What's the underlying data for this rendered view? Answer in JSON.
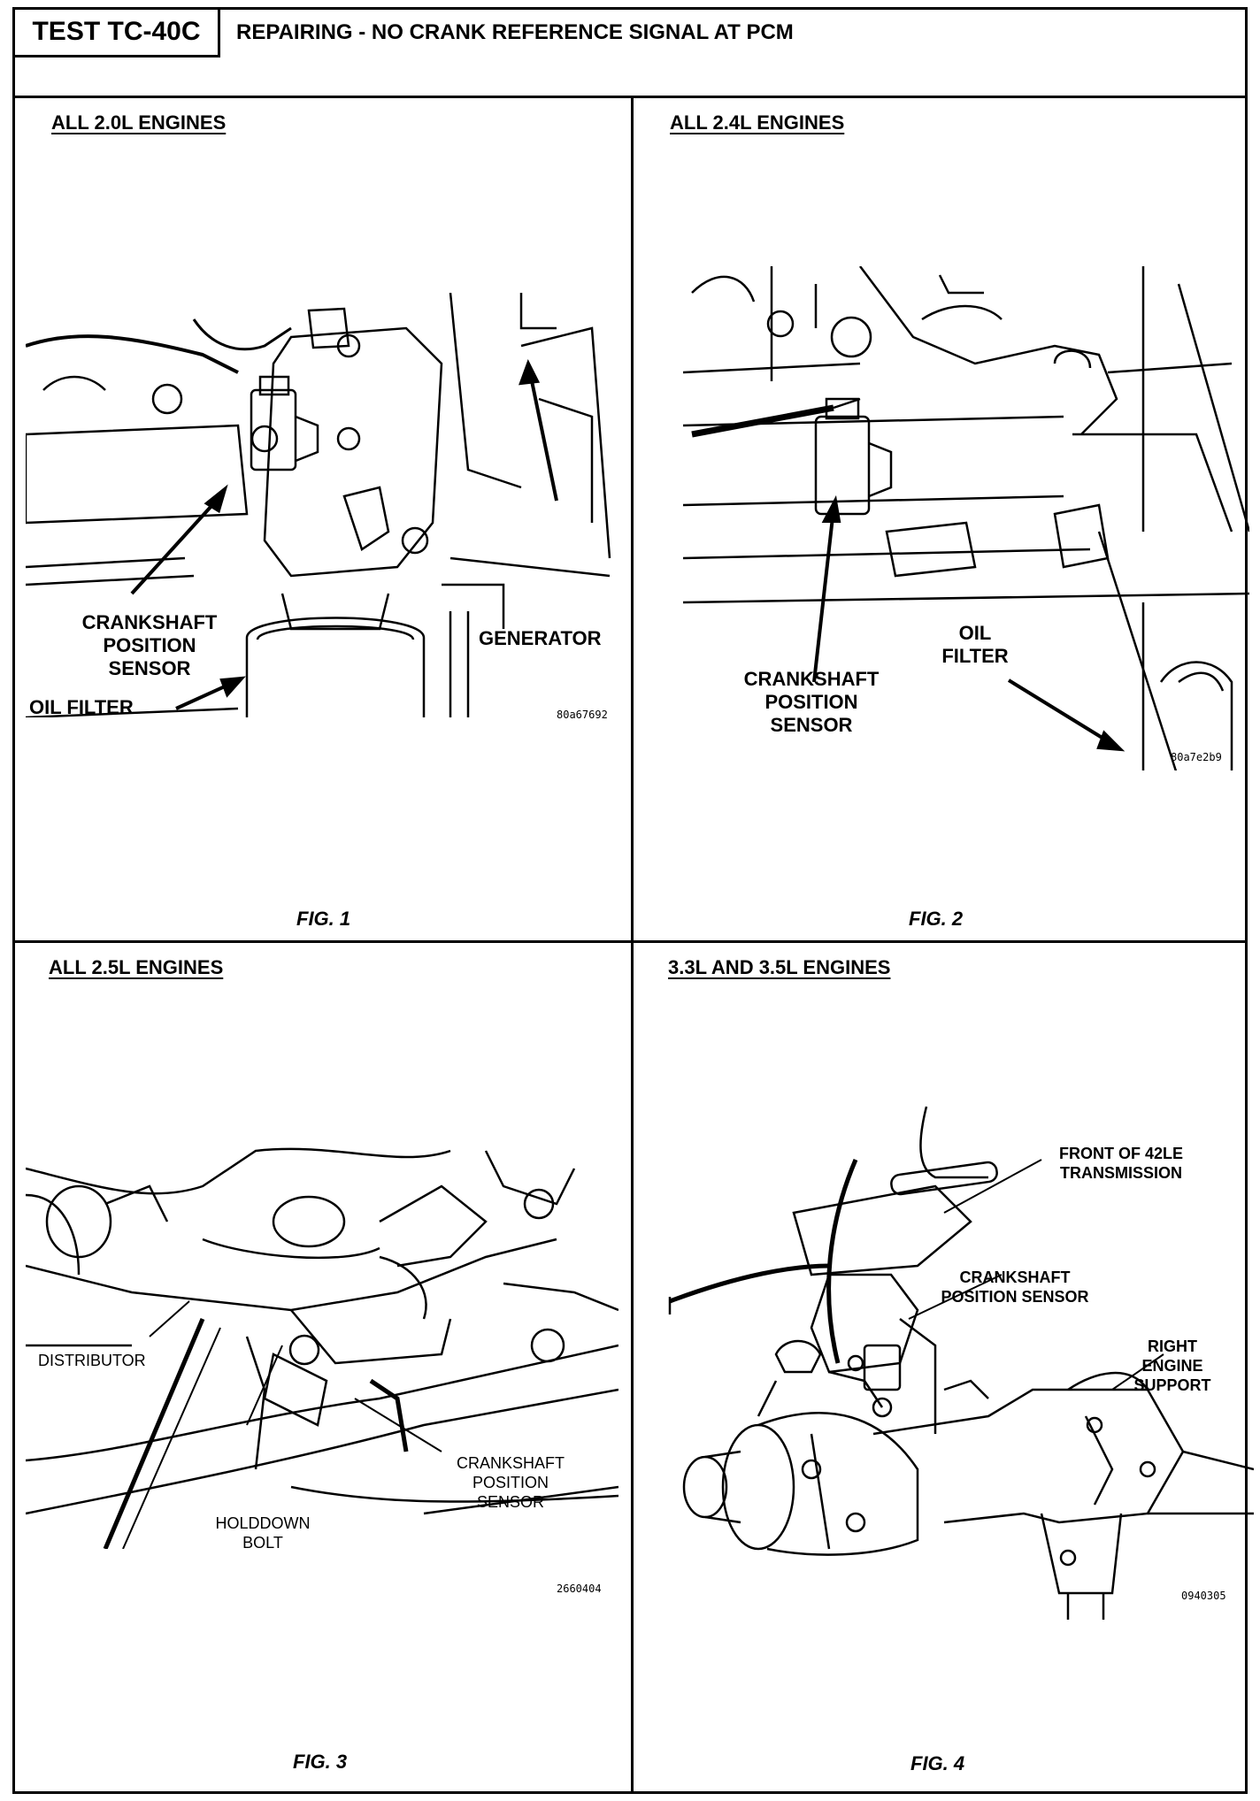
{
  "header": {
    "test_id": "TEST TC-40C",
    "title": "REPAIRING - NO CRANK REFERENCE SIGNAL AT PCM"
  },
  "panels": [
    {
      "title": "ALL 2.0L ENGINES",
      "fig": "FIG. 1",
      "code": "80a67692",
      "labels": {
        "sensor": "CRANKSHAFT\nPOSITION\nSENSOR",
        "generator": "GENERATOR",
        "oil_filter": "OIL FILTER"
      }
    },
    {
      "title": "ALL 2.4L ENGINES",
      "fig": "FIG. 2",
      "code": "80a7e2b9",
      "labels": {
        "oil_filter": "OIL\nFILTER",
        "sensor": "CRANKSHAFT\nPOSITION\nSENSOR"
      }
    },
    {
      "title": "ALL 2.5L ENGINES",
      "fig": "FIG. 3",
      "code": "2660404",
      "labels": {
        "distributor": "DISTRIBUTOR",
        "sensor": "CRANKSHAFT\nPOSITION\nSENSOR",
        "holddown": "HOLDDOWN\nBOLT"
      }
    },
    {
      "title": "3.3L AND 3.5L ENGINES",
      "fig": "FIG. 4",
      "code": "0940305",
      "labels": {
        "transmission": "FRONT OF 42LE\nTRANSMISSION",
        "sensor": "CRANKSHAFT\nPOSITION SENSOR",
        "support": "RIGHT\nENGINE\nSUPPORT"
      }
    }
  ]
}
